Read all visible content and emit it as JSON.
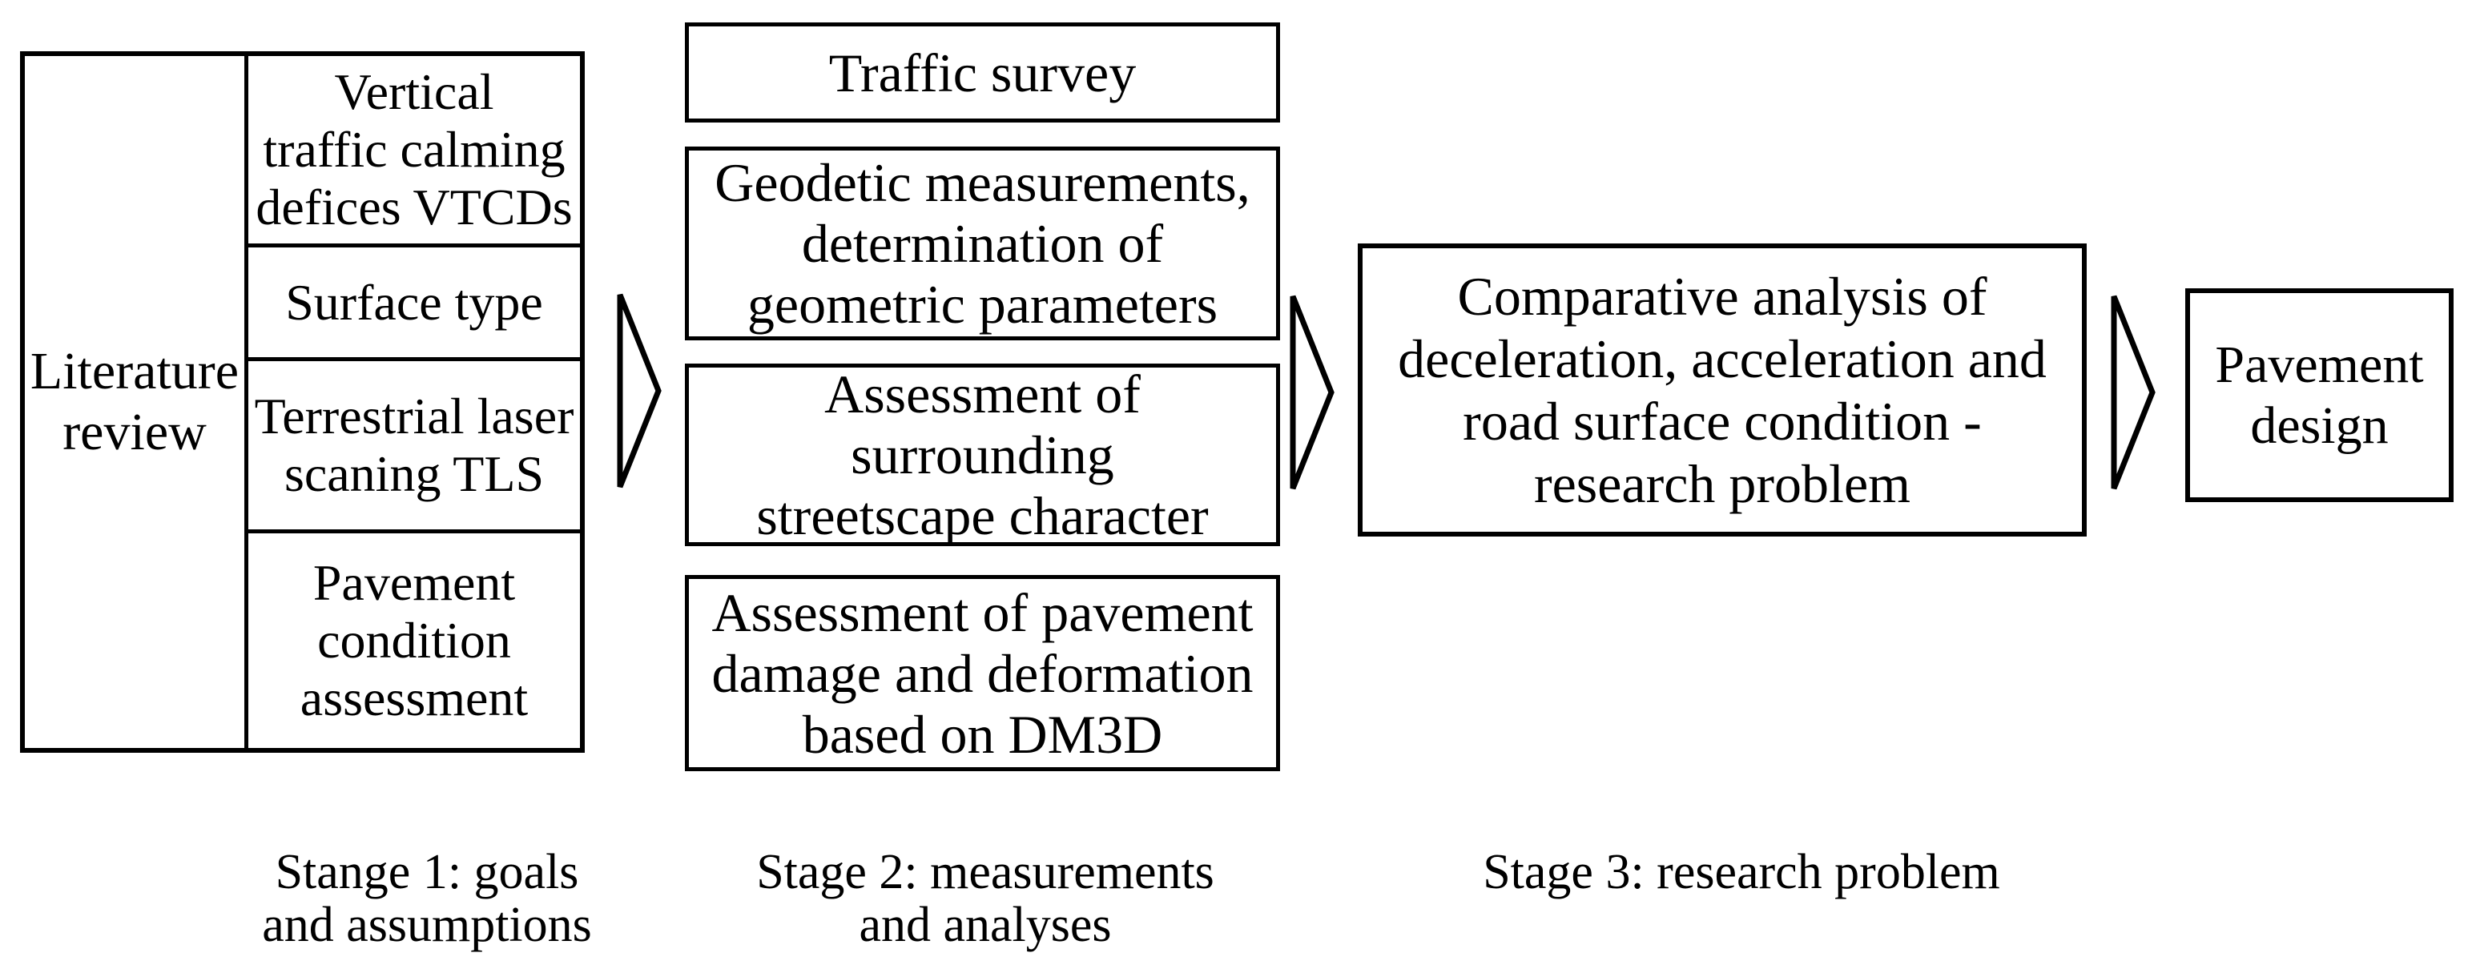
{
  "colors": {
    "ink": "#000000",
    "paper": "#ffffff"
  },
  "literature": {
    "label": "Literature\nreview",
    "topics": [
      "Vertical\ntraffic calming\ndefices VTCDs",
      "Surface type",
      "Terrestrial laser\nscaning TLS",
      "Pavement\ncondition\nassessment"
    ]
  },
  "measurements": {
    "boxes": [
      "Traffic survey",
      "Geodetic measurements,\ndetermination of\ngeometric parameters",
      "Assessment of\nsurrounding\nstreetscape character",
      "Assessment of pavement\ndamage and deformation\nbased on DM3D"
    ]
  },
  "analysis": {
    "label": "Comparative analysis of\ndeceleration, acceleration and\nroad surface condition -\nresearch problem"
  },
  "design": {
    "label": "Pavement\ndesign"
  },
  "stages": [
    "Stange 1: goals\nand assumptions",
    "Stage 2: measurements\nand analyses",
    "Stage 3: research problem"
  ]
}
